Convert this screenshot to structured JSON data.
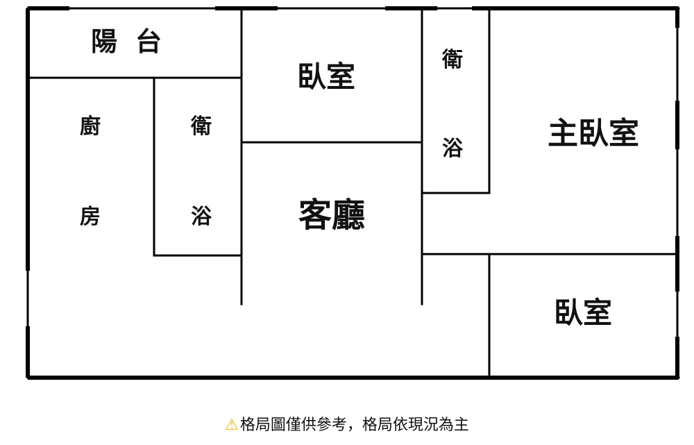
{
  "rooms": {
    "balcony": "陽台",
    "bedroom_top": "臥室",
    "master_bedroom": "主臥室",
    "living_room": "客廳",
    "bedroom_bottom": "臥室",
    "kitchen": [
      "廚",
      "房"
    ],
    "bathroom_left": [
      "衛",
      "浴"
    ],
    "bathroom_right": [
      "衛",
      "浴"
    ]
  },
  "note": {
    "icon": "warning-icon",
    "text": "格局圖僅供參考，格局依現況為主",
    "icon_color": "#e6b800"
  },
  "colors": {
    "wall": "#000000",
    "thin_line": "#999999",
    "background": "#ffffff"
  }
}
